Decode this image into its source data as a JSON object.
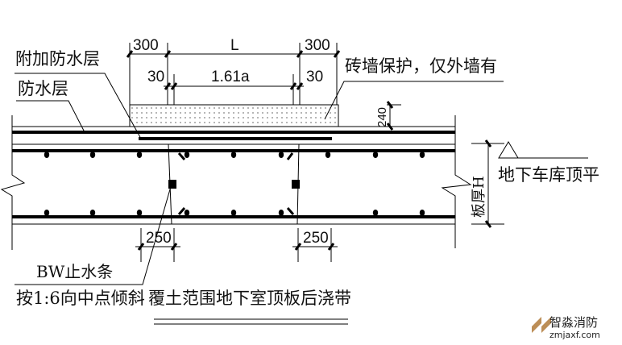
{
  "diagram": {
    "title": "覆土范围地下室顶板后浇带",
    "labels": {
      "extra_waterproof": "附加防水层",
      "waterproof": "防水层",
      "brick_protection": "砖墙保护，仅外墙有",
      "roof_level": "地下车库顶平",
      "slab_thickness": "板厚H",
      "waterstop": "BW止水条",
      "slope_note": "按1:6向中点倾斜"
    },
    "dimensions": {
      "left_300": "300",
      "span_L": "L",
      "right_300": "300",
      "left_30": "30",
      "lap_length": "1.61a",
      "right_30": "30",
      "brick_height": "240",
      "left_250": "250",
      "right_250": "250"
    },
    "watermark": {
      "brand": "智淼消防",
      "url": "zmjaxf.com"
    },
    "colors": {
      "line": "#000000",
      "background": "#ffffff",
      "watermark_accent": "#b07a3a"
    }
  }
}
